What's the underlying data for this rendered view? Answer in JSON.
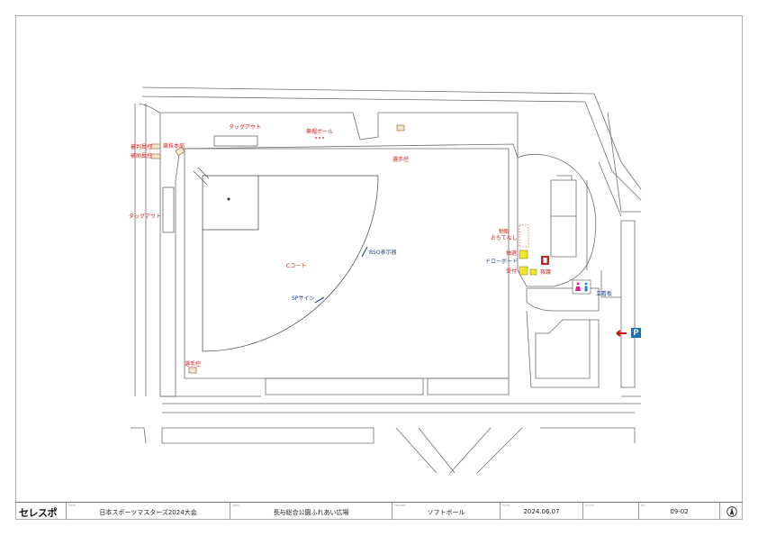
{
  "map": {
    "labels": {
      "dugout_top": "ダッグアウト",
      "dugout_left": "ダッグアウト",
      "scoreboard_ball": "無帽ボール",
      "umpire_room": "審判員控",
      "assist_room": "補助員控",
      "hq": "競技本部",
      "player_top": "選手控",
      "player_bottom": "選手控",
      "court": "Cコート",
      "bso": "BSO表示器",
      "sp_sign": "SPサイン",
      "hospitality": "物販\nおもてなし",
      "drawboard_label": "抽選",
      "whiteboard": "ドローボード",
      "reception": "受付",
      "first_aid": "救護",
      "toilet": "女子トイレ",
      "toilet_short": "立看板"
    },
    "colors": {
      "lines": "#6e6e6e",
      "red_text": "#d42020",
      "blue_text": "#1f3f8f",
      "parking": "#1a6ec0",
      "arrow": "#c0141c",
      "yellow": "#f0e62a"
    },
    "parking_letter": "P"
  },
  "titleblock": {
    "logo": "セレスポ",
    "event_caption": "TITLE",
    "event": "日本スポーツマスターズ2024大会",
    "venue_caption": "AREA",
    "venue": "長与総合公園ふれあい広場",
    "sport_caption": "SEASON",
    "sport": "ソフトボール",
    "date_caption": "DATE",
    "date": "2024.06.07",
    "scale_caption": "SCALE",
    "scale": "",
    "no_caption": "NO.",
    "no": "09-02"
  }
}
